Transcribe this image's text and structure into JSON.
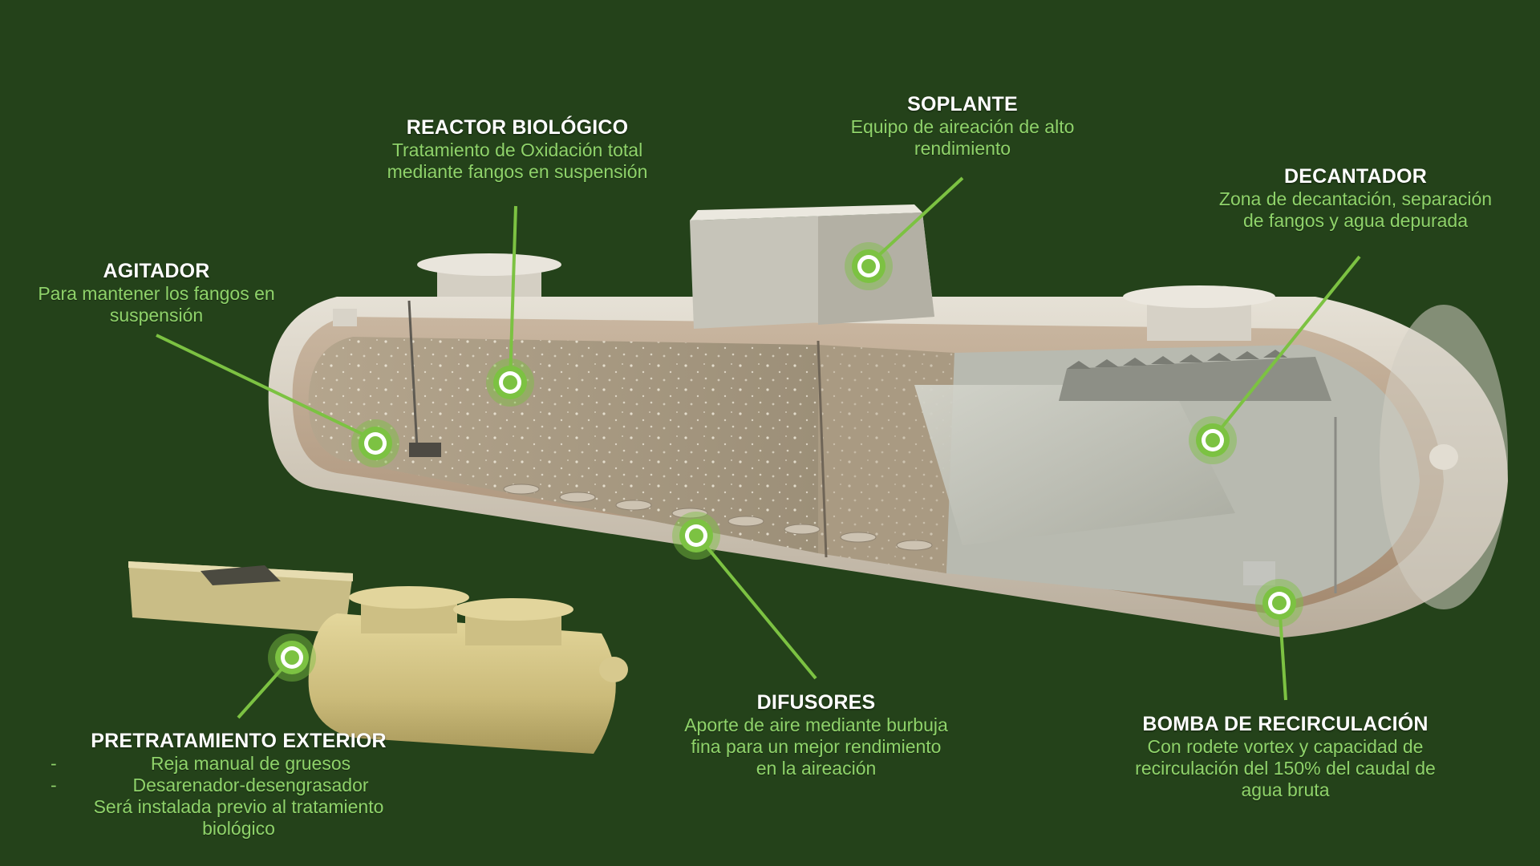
{
  "colors": {
    "background": "#24421a",
    "accent": "#7cc242",
    "label_text": "#8fd36a",
    "title_text": "#ffffff"
  },
  "callouts": {
    "reactor": {
      "title": "REACTOR BIOLÓGICO",
      "lines": [
        "Tratamiento de Oxidación total",
        "mediante fangos en suspensión"
      ]
    },
    "soplante": {
      "title": "SOPLANTE",
      "lines": [
        "Equipo de aireación de alto",
        "rendimiento"
      ]
    },
    "decantador": {
      "title": "DECANTADOR",
      "lines": [
        "Zona de decantación, separación",
        "de fangos y agua depurada"
      ]
    },
    "agitador": {
      "title": "AGITADOR",
      "lines": [
        "Para mantener los fangos en",
        "suspensión"
      ]
    },
    "difusores": {
      "title": "DIFUSORES",
      "lines": [
        "Aporte de aire mediante burbuja",
        "fina para un mejor rendimiento",
        "en la aireación"
      ]
    },
    "bomba": {
      "title": "BOMBA DE RECIRCULACIÓN",
      "lines": [
        "Con rodete vortex y capacidad de",
        "recirculación del 150% del caudal de",
        "agua bruta"
      ]
    },
    "pretratamiento": {
      "title": "PRETRATAMIENTO EXTERIOR",
      "bullets": [
        "Reja manual de gruesos",
        "Desarenador-desengrasador"
      ],
      "bullet_marker": "-",
      "lines": [
        "Será instalada previo al tratamiento",
        "biológico"
      ]
    }
  }
}
